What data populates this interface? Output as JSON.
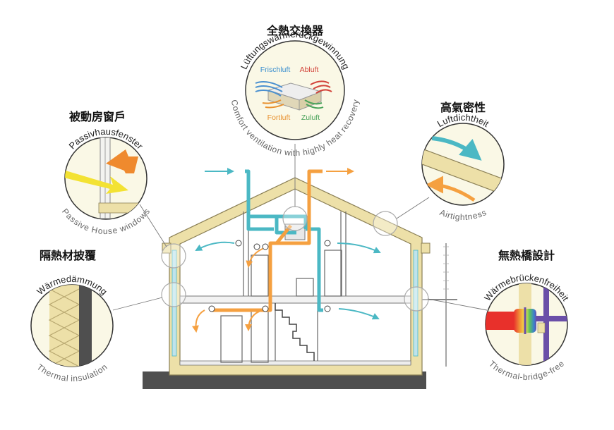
{
  "heat_recovery": {
    "title": "全熱交換器",
    "arc_top": "Lüftungswärmerückgewinnung",
    "arc_bottom": "Comfort ventilation with highly heat recovery",
    "frischluft": "Frischluft",
    "abluft": "Abluft",
    "fortluft": "Fortluft",
    "zuluft": "Zuluft"
  },
  "windows": {
    "title": "被動房窗戶",
    "arc_top": "Passivhausfenster",
    "arc_bottom": "Passive House windows"
  },
  "airtight": {
    "title": "高氣密性",
    "arc_top": "Luftdichtheit",
    "arc_bottom": "Airtightness"
  },
  "insulation": {
    "title": "隔熱材披覆",
    "arc_top": "Wärmedämmung",
    "arc_bottom": "Thermal insulation"
  },
  "thermal_bridge": {
    "title": "無熱橋設計",
    "arc_top": "Wärmebrückenfreiheit",
    "arc_bottom": "Thermal-bridge-free"
  },
  "colors": {
    "supply_duct": "#4bb8c4",
    "extract_duct": "#f5a040",
    "insulation": "#ede0a8",
    "frame_outline": "#8a7f55",
    "ground": "#4f4f4f",
    "frischluft_text": "#3a8fcf",
    "abluft_text": "#d2433a",
    "fortluft_text": "#e8912f",
    "zuluft_text": "#4aa35a"
  }
}
